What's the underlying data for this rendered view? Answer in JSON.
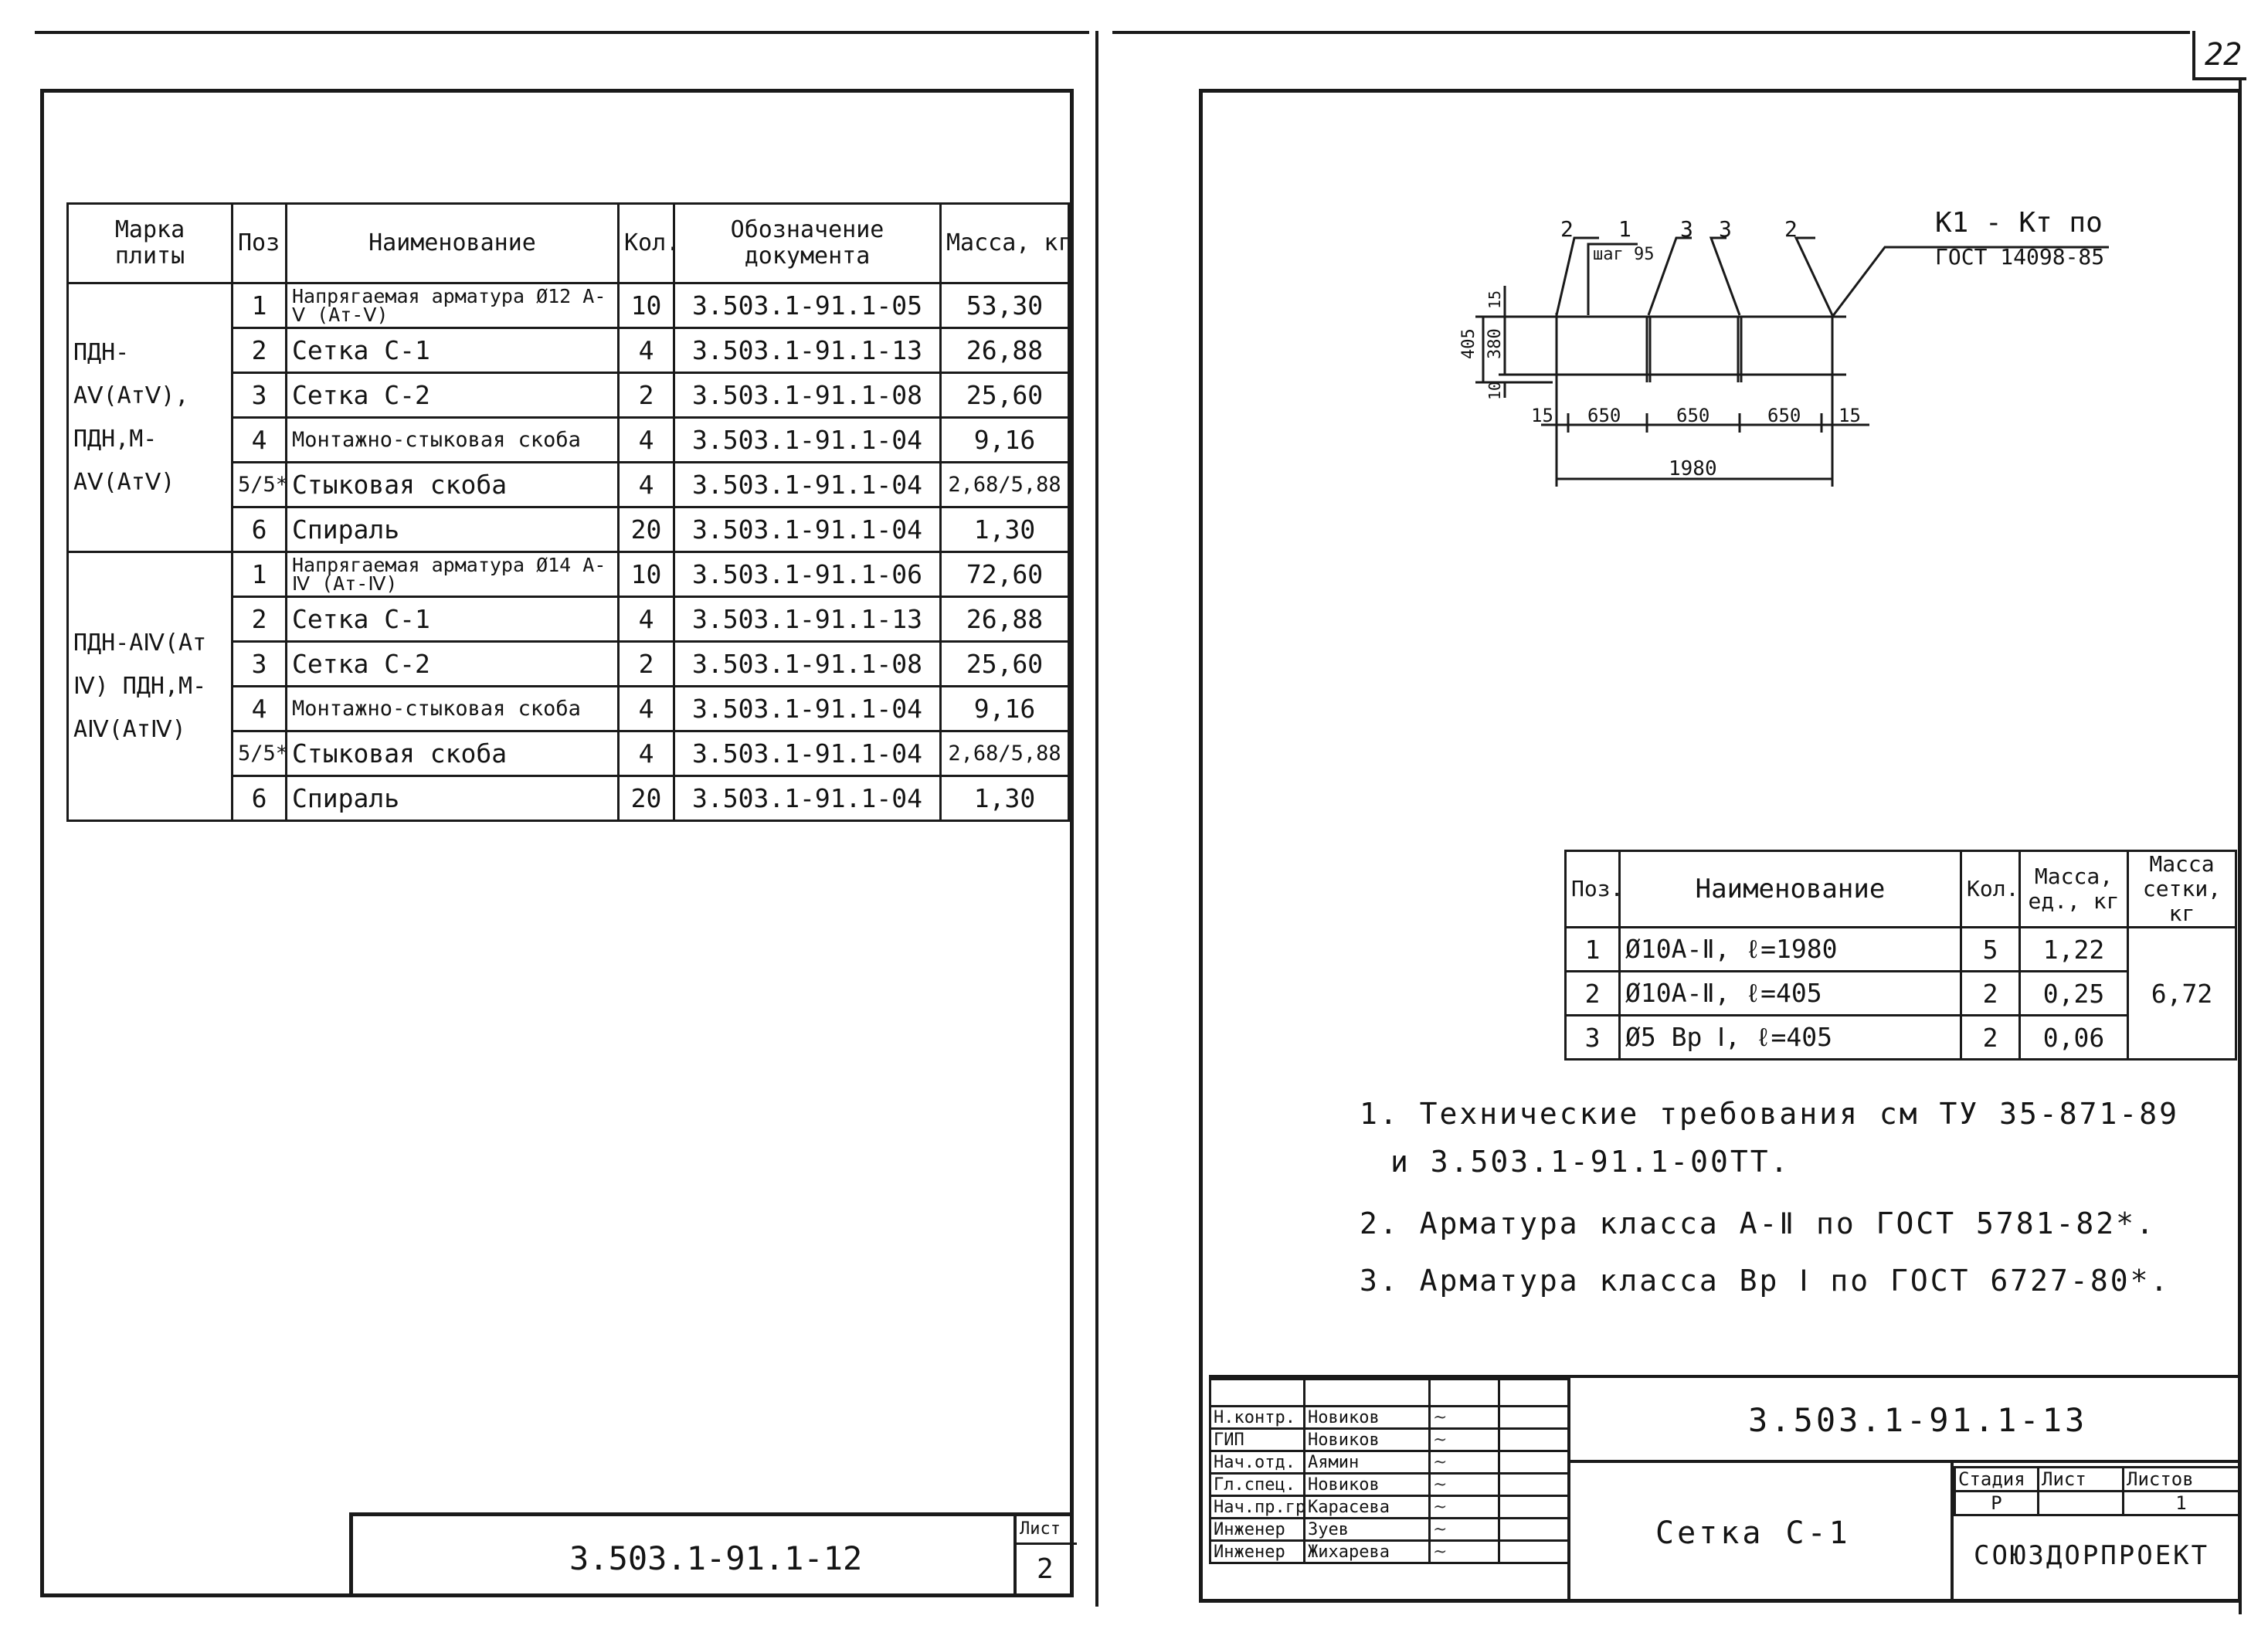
{
  "page_number": "22",
  "left_sheet": {
    "table": {
      "headers": [
        "Марка плиты",
        "Поз.",
        "Наименование",
        "Кол.",
        "Обозначение документа",
        "Масса, кг"
      ],
      "groups": [
        {
          "mark": "ПДН-АⅤ(АтⅤ), ПДН,М-АⅤ(АтⅤ)",
          "rows": [
            {
              "pos": "1",
              "name": "Напрягаемая арматура Ø12 А-Ⅴ (Ат-Ⅴ)",
              "qty": "10",
              "doc": "3.503.1-91.1-05",
              "mass": "53,30"
            },
            {
              "pos": "2",
              "name": "Сетка С-1",
              "qty": "4",
              "doc": "3.503.1-91.1-13",
              "mass": "26,88"
            },
            {
              "pos": "3",
              "name": "Сетка С-2",
              "qty": "2",
              "doc": "3.503.1-91.1-08",
              "mass": "25,60"
            },
            {
              "pos": "4",
              "name": "Монтажно-стыковая скоба",
              "qty": "4",
              "doc": "3.503.1-91.1-04",
              "mass": "9,16"
            },
            {
              "pos": "5/5*",
              "name": "Стыковая скоба",
              "qty": "4",
              "doc": "3.503.1-91.1-04",
              "mass": "2,68/5,88"
            },
            {
              "pos": "6",
              "name": "Спираль",
              "qty": "20",
              "doc": "3.503.1-91.1-04",
              "mass": "1,30"
            }
          ]
        },
        {
          "mark": "ПДН-АⅣ(Ат Ⅳ) ПДН,М-АⅣ(АтⅣ)",
          "rows": [
            {
              "pos": "1",
              "name": "Напрягаемая арматура Ø14 А-Ⅳ (Ат-Ⅳ)",
              "qty": "10",
              "doc": "3.503.1-91.1-06",
              "mass": "72,60"
            },
            {
              "pos": "2",
              "name": "Сетка С-1",
              "qty": "4",
              "doc": "3.503.1-91.1-13",
              "mass": "26,88"
            },
            {
              "pos": "3",
              "name": "Сетка С-2",
              "qty": "2",
              "doc": "3.503.1-91.1-08",
              "mass": "25,60"
            },
            {
              "pos": "4",
              "name": "Монтажно-стыковая скоба",
              "qty": "4",
              "doc": "3.503.1-91.1-04",
              "mass": "9,16"
            },
            {
              "pos": "5/5*",
              "name": "Стыковая скоба",
              "qty": "4",
              "doc": "3.503.1-91.1-04",
              "mass": "2,68/5,88"
            },
            {
              "pos": "6",
              "name": "Спираль",
              "qty": "20",
              "doc": "3.503.1-91.1-04",
              "mass": "1,30"
            }
          ]
        }
      ]
    },
    "stamp": {
      "code": "3.503.1-91.1-12",
      "sheet_label": "Лист",
      "sheet_no": "2"
    }
  },
  "right_sheet": {
    "drawing": {
      "leader_labels": [
        "2",
        "1",
        "3",
        "3",
        "2"
      ],
      "step_label": "шаг 95",
      "kt_note": "К1 - Кт по",
      "gost_note": "ГОСТ 14098-85",
      "dims": {
        "overall_h": "405",
        "inner_h": "380",
        "top": "15",
        "bottom": "10",
        "left_edge": "15",
        "span1": "650",
        "span2": "650",
        "span3": "650",
        "right_edge": "15",
        "total": "1980"
      }
    },
    "spec_table": {
      "headers": [
        "Поз.",
        "Наименование",
        "Кол.",
        "Масса, ед., кг",
        "Масса сетки, кг"
      ],
      "rows": [
        {
          "pos": "1",
          "name": "Ø10А-Ⅱ, ℓ=1980",
          "qty": "5",
          "mass": "1,22"
        },
        {
          "pos": "2",
          "name": "Ø10А-Ⅱ, ℓ=405",
          "qty": "2",
          "mass": "0,25"
        },
        {
          "pos": "3",
          "name": "Ø5 Вр Ⅰ, ℓ=405",
          "qty": "2",
          "mass": "0,06"
        }
      ],
      "total_mass": "6,72"
    },
    "notes": [
      "1. Технические требования см ТУ 35-871-89",
      "и 3.503.1-91.1-00ТТ.",
      "2. Арматура класса А-Ⅱ по ГОСТ 5781-82*.",
      "3. Арматура класса Вр Ⅰ по ГОСТ 6727-80*."
    ],
    "title_block": {
      "code": "3.503.1-91.1-13",
      "title": "Сетка С-1",
      "org": "СОЮЗДОРПРОЕКТ",
      "stage_label": "Стадия",
      "sheet_label": "Лист",
      "sheets_label": "Листов",
      "stage": "Р",
      "sheet": "",
      "sheets": "1",
      "people": [
        {
          "role": "Н.контр.",
          "name": "Новиков"
        },
        {
          "role": "ГИП",
          "name": "Новиков"
        },
        {
          "role": "Нач.отд.",
          "name": "Аямин"
        },
        {
          "role": "Гл.спец.",
          "name": "Новиков"
        },
        {
          "role": "Нач.пр.гр.",
          "name": "Карасева"
        },
        {
          "role": "Инженер",
          "name": "Зуев"
        },
        {
          "role": "Инженер",
          "name": "Жихарева"
        }
      ]
    }
  }
}
